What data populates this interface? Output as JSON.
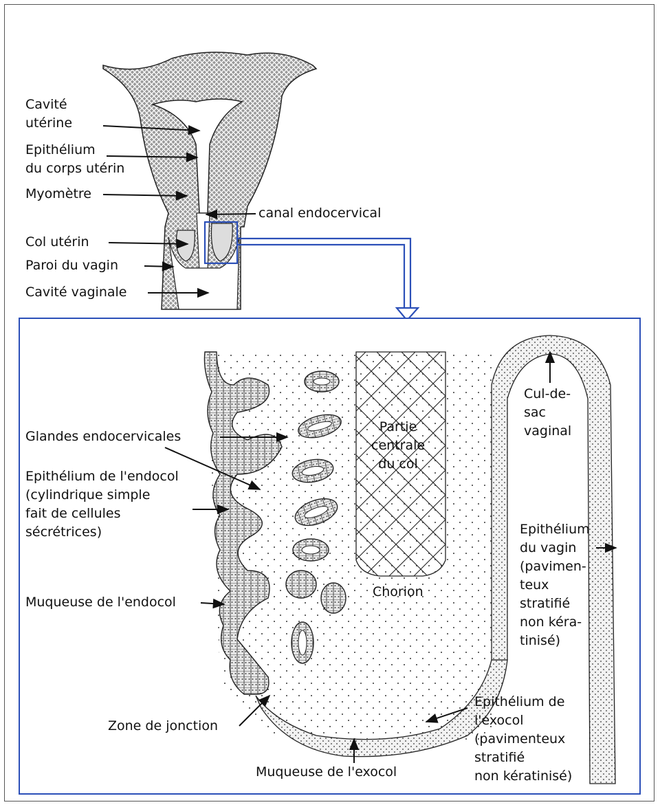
{
  "labels": {
    "cavite_uterine": [
      "Cavité",
      "utérine"
    ],
    "epithelium_corps": [
      "Epithélium",
      "du corps utérin"
    ],
    "myometre": "Myomètre",
    "canal_endocervical": "canal endocervical",
    "col_uterin": "Col utérin",
    "paroi_vagin": "Paroi du vagin",
    "cavite_vaginale": "Cavité vaginale",
    "glandes": "Glandes endocervicales",
    "epithelium_endocol": [
      "Epithélium de l'endocol",
      "(cylindrique simple",
      "fait de cellules",
      "sécrétrices)"
    ],
    "muqueuse_endocol": "Muqueuse de l'endocol",
    "zone_jonction": "Zone de jonction",
    "muqueuse_exocol": "Muqueuse de l'exocol",
    "partie_centrale": [
      "Partie",
      "centrale",
      "du col"
    ],
    "chorion": "Chorion",
    "cul_de_sac": [
      "Cul-de-",
      "sac",
      "vaginal"
    ],
    "epithelium_vagin": [
      "Epithélium",
      "du vagin",
      "(pavimen-",
      "teux",
      "stratifié",
      "non kéra-",
      "tinisé)"
    ],
    "epithelium_exocol": [
      "Epithélium de",
      "l'exocol",
      "(pavimenteux",
      "stratifié",
      "non kératinisé)"
    ]
  },
  "colors": {
    "highlight": "#2b4fb8",
    "line": "#111111"
  }
}
